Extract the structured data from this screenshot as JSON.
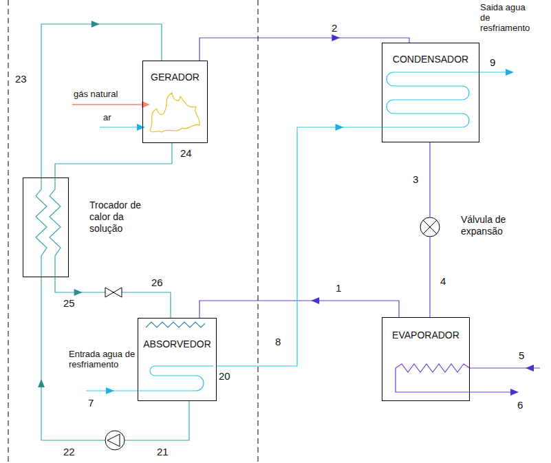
{
  "diagram": {
    "nodes": [
      {
        "text": [
          "GERADOR"
        ]
      },
      {
        "text": [
          "CONDENSADOR"
        ]
      },
      {
        "text": [
          "Trocador de calor da solução"
        ]
      },
      {
        "text": [
          "Válvula de expansão"
        ]
      },
      {
        "text": [
          "ABSORVEDOR"
        ]
      },
      {
        "text": [
          "EVAPORADOR"
        ]
      }
    ],
    "edges": [
      {
        "from": 0,
        "to": 1,
        "arrow": "to"
      },
      {
        "from": 1,
        "to": 3,
        "arrow": "none"
      },
      {
        "from": 3,
        "to": 5,
        "arrow": "none"
      },
      {
        "from": 5,
        "to": 4,
        "arrow": "to"
      },
      {
        "from": 4,
        "to": 1,
        "arrow": "to"
      },
      {
        "from": 0,
        "to": 2,
        "arrow": "none"
      },
      {
        "from": 2,
        "to": 4,
        "arrow": "to"
      },
      {
        "from": 4,
        "to": 2,
        "arrow": "to"
      },
      {
        "from": 2,
        "to": 0,
        "arrow": "to"
      }
    ],
    "labels": [
      "Saida agua de resfriamento",
      "2",
      "9",
      "23",
      "gás natural",
      "ar",
      "24",
      "3",
      "1",
      "4",
      "25",
      "26",
      "Entrada agua de resfriamento",
      "8",
      "5",
      "7",
      "20",
      "6",
      "22",
      "21"
    ]
  }
}
